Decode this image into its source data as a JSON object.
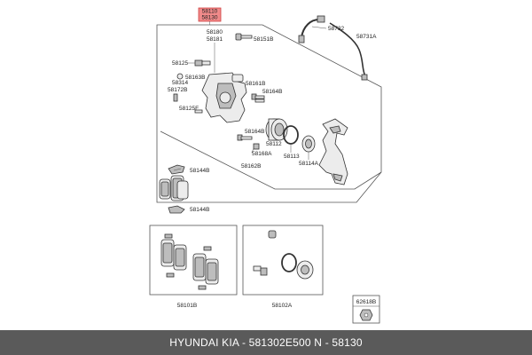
{
  "header_labels": {
    "top_line1": "58110",
    "top_line2": "58130",
    "highlight_color": "#e05050"
  },
  "callouts": [
    "58180",
    "58181",
    "58151B",
    "58732",
    "58731A",
    "58125",
    "58314",
    "58163B",
    "58172B",
    "58125F",
    "58161B",
    "58164B",
    "58164B",
    "58112",
    "58168A",
    "58162B",
    "58113",
    "58114A",
    "58144B",
    "58144B",
    "58101B",
    "58102A",
    "62618B"
  ],
  "footer": {
    "text": "HYUNDAI  KIA - 581302E500    N - 58130",
    "background": "#5a5a5a"
  }
}
